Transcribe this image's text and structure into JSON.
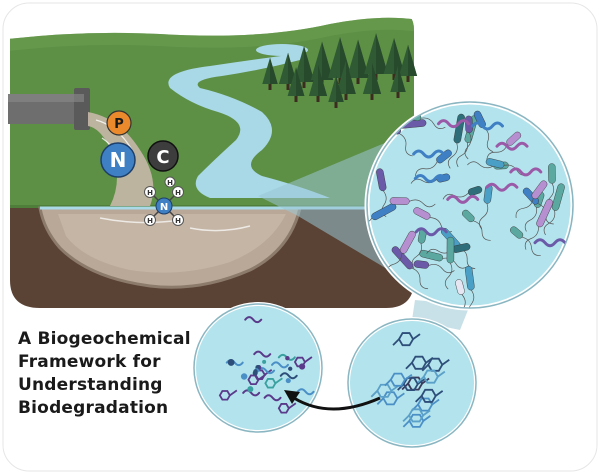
{
  "title": {
    "lines": [
      "A Biogeochemical",
      "Framework for",
      "Understanding",
      "Biodegradation"
    ]
  },
  "elements": {
    "phosphorus": "P",
    "nitrogen": "N",
    "carbon": "C",
    "ammonium_center": "N",
    "hydrogen": "H"
  },
  "colors": {
    "background_panel": "#ffffff",
    "grass": "#5d8f45",
    "soil": "#5a4234",
    "river": "#a9d8e6",
    "sediment": "#b9a898",
    "microbe_lens": "#b3e3ec",
    "phosphorus": "#ea8a2d",
    "nitrogen": "#3f7fc3",
    "carbon": "#3d3d3d",
    "arrow": "#111111"
  }
}
